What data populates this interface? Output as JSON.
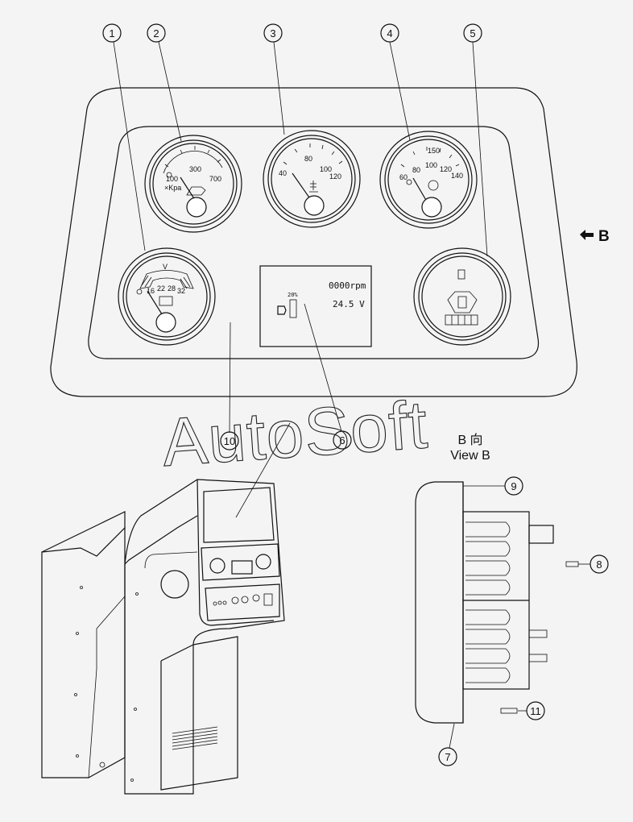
{
  "view_arrow": {
    "label": "B"
  },
  "view_title": {
    "cn": "B 向",
    "en": "View B"
  },
  "watermark": "AutoSoft",
  "callouts": [
    "1",
    "2",
    "3",
    "4",
    "5",
    "6",
    "7",
    "8",
    "9",
    "10",
    "11"
  ],
  "gauges": {
    "voltmeter": {
      "unit": "V",
      "scale": [
        "16",
        "22",
        "28",
        "32"
      ]
    },
    "oil_pressure": {
      "unit": "×Kpa",
      "scale": [
        "100",
        "300",
        "700"
      ]
    },
    "water_temp": {
      "scale": [
        "40",
        "80",
        "100",
        "120"
      ]
    },
    "oil_temp": {
      "scale": [
        "60",
        "80",
        "100",
        "120",
        "140",
        "150"
      ]
    }
  },
  "lcd": {
    "percent": "20%",
    "rpm": "0000rpm",
    "voltage": "24.5 V"
  },
  "colors": {
    "line": "#111111",
    "background": "#f4f4f4",
    "watermark_stroke": "#222222"
  }
}
